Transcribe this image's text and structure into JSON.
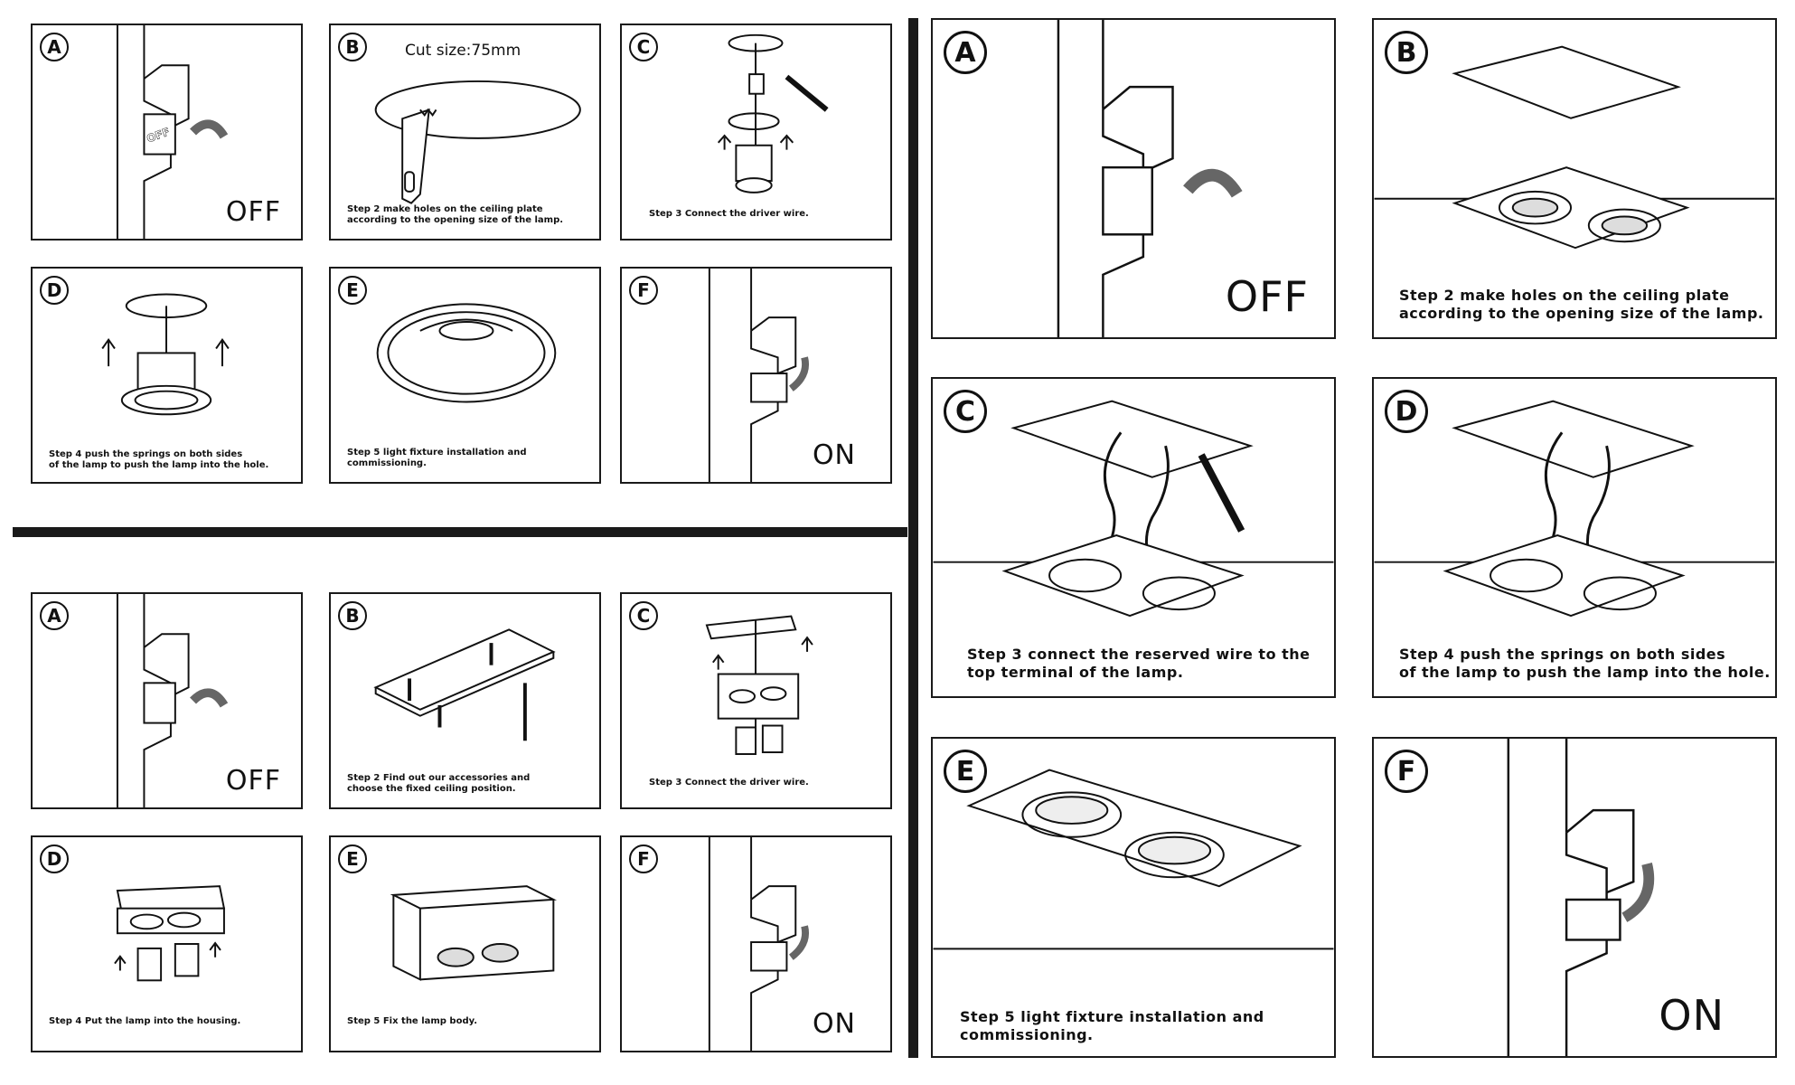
{
  "set1": {
    "A": {
      "letter": "A",
      "state": "OFF"
    },
    "B": {
      "letter": "B",
      "cut_size": "Cut size:75mm",
      "caption": "Step 2 make holes on the ceiling plate\naccording to the opening size of the lamp."
    },
    "C": {
      "letter": "C",
      "caption": "Step 3 Connect the driver wire."
    },
    "D": {
      "letter": "D",
      "caption": "Step 4 push the springs on both sides\nof the lamp to push the lamp into the hole."
    },
    "E": {
      "letter": "E",
      "caption": "Step 5 light fixture installation and\ncommissioning."
    },
    "F": {
      "letter": "F",
      "state": "ON"
    }
  },
  "set2": {
    "A": {
      "letter": "A",
      "state": "OFF"
    },
    "B": {
      "letter": "B",
      "caption": "Step 2 Find out our accessories and\nchoose the fixed ceiling position."
    },
    "C": {
      "letter": "C",
      "caption": "Step 3 Connect the driver wire."
    },
    "D": {
      "letter": "D",
      "caption": "Step 4 Put the lamp into the housing."
    },
    "E": {
      "letter": "E",
      "caption": "Step 5 Fix the lamp body."
    },
    "F": {
      "letter": "F",
      "state": "ON"
    }
  },
  "set3": {
    "A": {
      "letter": "A",
      "state": "OFF"
    },
    "B": {
      "letter": "B",
      "caption": "Step 2 make holes on the ceiling plate\naccording to the opening size of the lamp."
    },
    "C": {
      "letter": "C",
      "caption": "Step 3 connect the reserved wire to the\ntop terminal of the lamp."
    },
    "D": {
      "letter": "D",
      "caption": "Step 4 push the springs on both sides\nof the lamp to push the lamp into the hole."
    },
    "E": {
      "letter": "E",
      "caption": "Step 5 light fixture installation and\ncommissioning."
    },
    "F": {
      "letter": "F",
      "state": "ON"
    }
  },
  "switch_labels": {
    "off": "OFF",
    "on": "ON"
  }
}
